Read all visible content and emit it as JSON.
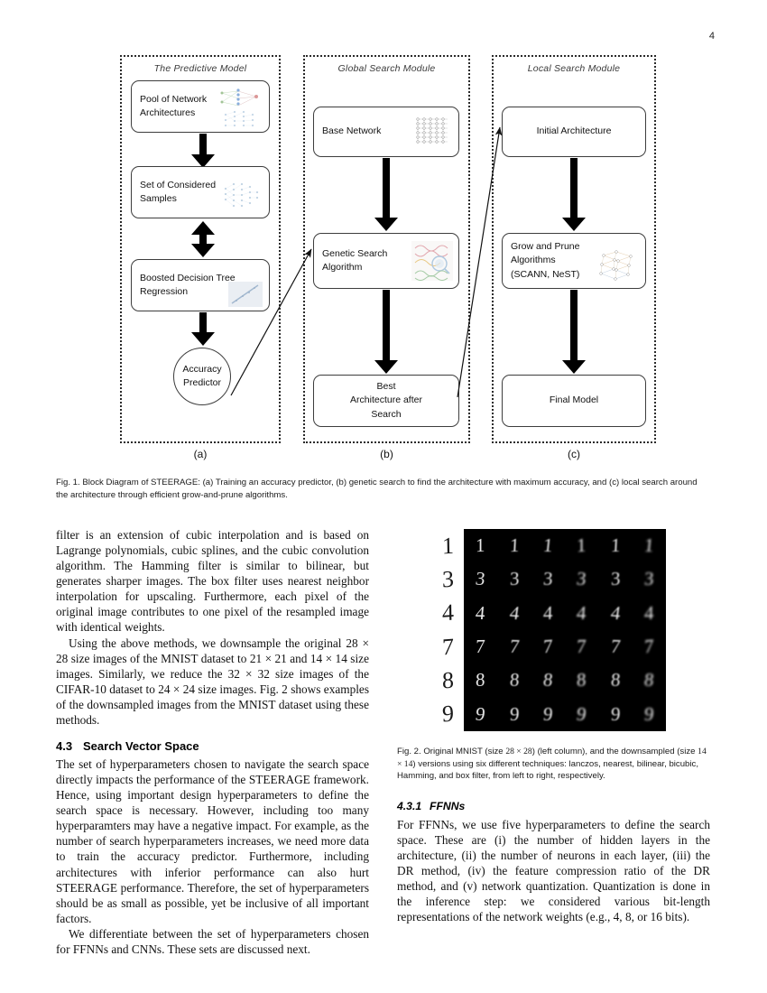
{
  "page": {
    "number": "4"
  },
  "figure1": {
    "panels": [
      {
        "title": "The Predictive Model",
        "caption": "(a)",
        "nodes": [
          {
            "label": "Pool of Network\nArchitectures",
            "thumb": "neural-net-thumb"
          },
          {
            "label": "Set of Considered\nSamples",
            "thumb": "sample-net-thumb"
          },
          {
            "label": "Boosted Decision Tree\nRegression",
            "thumb": "regression-plot-thumb"
          },
          {
            "label": "Accuracy\nPredictor",
            "thumb": ""
          }
        ]
      },
      {
        "title": "Global Search Module",
        "caption": "(b)",
        "nodes": [
          {
            "label": "Base Network",
            "thumb": "dense-net-thumb"
          },
          {
            "label": "Genetic Search\nAlgorithm",
            "thumb": "dna-thumb"
          },
          {
            "label": "Best\nArchitecture after\nSearch",
            "thumb": ""
          }
        ]
      },
      {
        "title": "Local Search Module",
        "caption": "(c)",
        "nodes": [
          {
            "label": "Initial Architecture",
            "thumb": ""
          },
          {
            "label": "Grow and Prune\nAlgorithms\n(SCANN, NeST)",
            "thumb": "sparse-net-thumb"
          },
          {
            "label": "Final Model",
            "thumb": ""
          }
        ]
      }
    ],
    "caption": "Fig. 1. Block Diagram of STEERAGE: (a) Training an accuracy predictor, (b) genetic search to find the architecture with maximum accuracy, and (c) local search around the architecture through efficient grow-and-prune algorithms."
  },
  "figure2": {
    "original_digits": [
      "1",
      "3",
      "4",
      "7",
      "8",
      "9"
    ],
    "downsampled_digits": [
      "1",
      "3",
      "4",
      "7",
      "8",
      "9"
    ],
    "columns": 6,
    "techniques": [
      "lanczos",
      "nearest",
      "bilinear",
      "bicubic",
      "Hamming",
      "box filter"
    ],
    "caption_parts": {
      "p1": "Fig. 2. Original MNIST (size ",
      "m1": "28 × 28",
      "p2": ") (left column), and the downsampled (size ",
      "m2": "14 × 14",
      "p3": ") versions using six different techniques: lanczos, nearest, bilinear, bicubic, Hamming, and box filter, from left to right, respectively."
    }
  },
  "left_column": {
    "para1": "filter is an extension of cubic interpolation and is based on Lagrange polynomials, cubic splines, and the cubic convolution algorithm. The Hamming filter is similar to bilinear, but generates sharper images. The box filter uses nearest neighbor interpolation for upscaling. Furthermore, each pixel of the original image contributes to one pixel of the resampled image with identical weights.",
    "para2_parts": {
      "a": "Using the above methods, we downsample the original ",
      "m1": "28 × 28",
      "b": " size images of the MNIST dataset to ",
      "m2": "21 × 21",
      "c": " and ",
      "m3": "14 × 14",
      "d": " size images. Similarly, we reduce the ",
      "m4": "32 × 32",
      "e": " size images of the CIFAR-10 dataset to ",
      "m5": "24 × 24",
      "f": " size images. Fig. 2 shows examples of the downsampled images from the MNIST dataset using these methods."
    },
    "section": {
      "number": "4.3",
      "title": "Search Vector Space"
    },
    "para3": "The set of hyperparameters chosen to navigate the search space directly impacts the performance of the STEERAGE framework. Hence, using important design hyperparameters to define the search space is necessary. However, including too many hyperparamters may have a negative impact. For example, as the number of search hyperparameters increases, we need more data to train the accuracy predictor. Furthermore, including architectures with inferior performance can also hurt STEERAGE performance. Therefore, the set of hyperparameters should be as small as possible, yet be inclusive of all important factors.",
    "para4": "We differentiate between the set of hyperparameters chosen for FFNNs and CNNs. These sets are discussed next."
  },
  "right_column": {
    "subsection": {
      "number": "4.3.1",
      "title": "FFNNs"
    },
    "para1": "For FFNNs, we use five hyperparameters to define the search space. These are (i) the number of hidden layers in the architecture, (ii) the number of neurons in each layer, (iii) the DR method, (iv) the feature compression ratio of the DR method, and (v) network quantization. Quantization is done in the inference step: we considered various bit-length representations of the network weights (e.g., 4, 8, or 16 bits)."
  }
}
